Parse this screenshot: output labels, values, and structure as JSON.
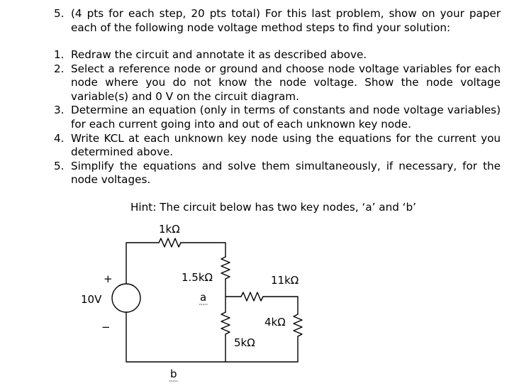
{
  "problem": {
    "number": "5.",
    "text": "(4 pts for each step, 20 pts total) For this last problem, show on your paper each of the following node voltage method steps to find your solution:"
  },
  "steps": [
    {
      "num": "1.",
      "text": "Redraw the circuit and annotate it as described above."
    },
    {
      "num": "2.",
      "text": "Select a reference node or ground and choose node voltage variables for each node where you do not know the node voltage. Show the node voltage variable(s) and 0 V on the circuit diagram."
    },
    {
      "num": "3.",
      "text": "Determine an equation (only in terms of constants and node voltage variables) for each current going into and out of each unknown key node."
    },
    {
      "num": "4.",
      "text": "Write KCL at each unknown key node using the equations for the current you determined above."
    },
    {
      "num": "5.",
      "text": "Simplify the equations and solve them simultaneously, if necessary, for the node voltages."
    }
  ],
  "hint": "Hint:  The circuit below has two key nodes, ‘a’ and ‘b’",
  "circuit": {
    "r_top": "1kΩ",
    "r_mid": "1.5kΩ",
    "r_right": "11kΩ",
    "r_right_vert": "4kΩ",
    "r_bottom": "5kΩ",
    "source": "10V",
    "plus": "+",
    "minus": "−",
    "node_a": "a",
    "node_b": "b"
  }
}
